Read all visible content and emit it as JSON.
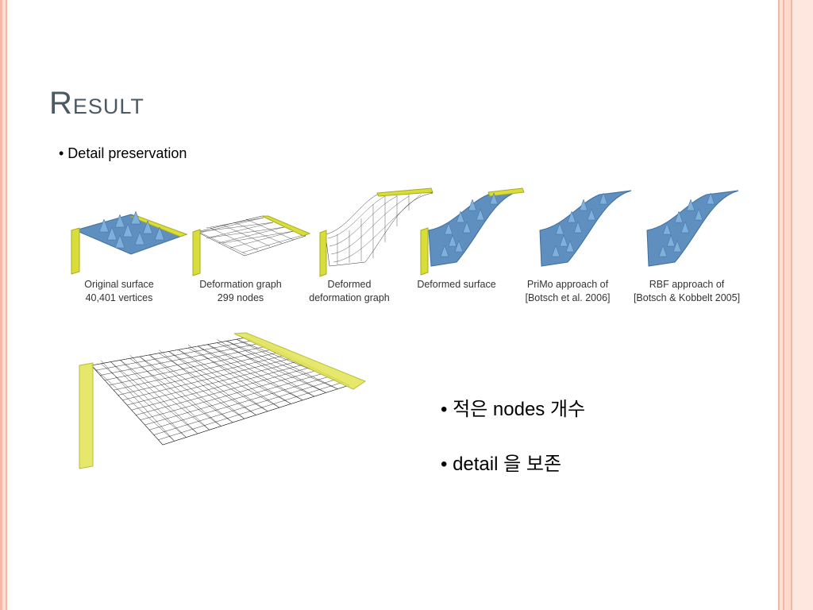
{
  "slide": {
    "title": "Result",
    "sub_bullet": "• Detail preservation",
    "captions": [
      {
        "line1": "Original surface",
        "line2": "40,401 vertices"
      },
      {
        "line1": "Deformation graph",
        "line2": "299 nodes"
      },
      {
        "line1": "Deformed",
        "line2": "deformation graph"
      },
      {
        "line1": "Deformed surface",
        "line2": ""
      },
      {
        "line1": "PriMo approach of",
        "line2": "[Botsch et al. 2006]"
      },
      {
        "line1": "RBF approach of",
        "line2": "[Botsch & Kobbelt 2005]"
      }
    ],
    "bullets": [
      "• 적은 nodes 개수",
      "• detail 을 보존"
    ],
    "colors": {
      "title": "#4b5963",
      "surface_blue": "#5f8fbf",
      "handle_yellow": "#d9dd3a",
      "border_salmon": "#f4b7a4"
    }
  }
}
